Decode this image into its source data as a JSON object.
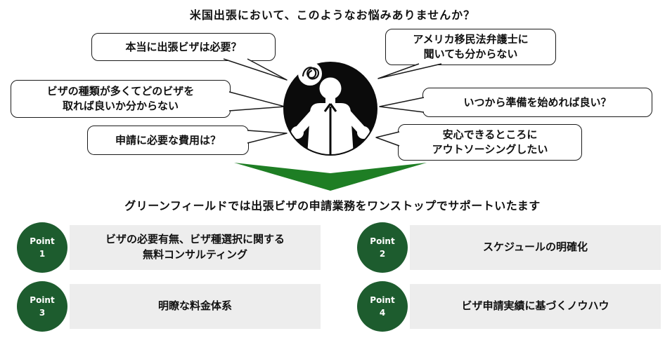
{
  "title": "米国出張において、このようなお悩みありませんか？",
  "subtitle": "グリーンフィールドでは出張ビザの申請業務をワンストップでサポートいたます",
  "colors": {
    "arrow_green": "#1e7e24",
    "point_badge_green": "#1d5c2e",
    "point_bar_gray": "#ededed",
    "bubble_border": "#1a1a1a"
  },
  "center_icon": {
    "name": "confused-person-shrugging",
    "accessory": "confusion-scribble"
  },
  "bubbles": [
    {
      "text": "本当に出張ビザは必要？"
    },
    {
      "text": "アメリカ移民法弁護士に\n聞いても分からない"
    },
    {
      "text": "ビザの種類が多くてどのビザを\n取れば良いか分からない"
    },
    {
      "text": "いつから準備を始めれば良い？"
    },
    {
      "text": "申請に必要な費用は？"
    },
    {
      "text": "安心できるところに\nアウトソーシングしたい"
    }
  ],
  "points": [
    {
      "label": "Point",
      "number": "1",
      "text": "ビザの必要有無、ビザ種選択に関する\n無料コンサルティング"
    },
    {
      "label": "Point",
      "number": "2",
      "text": "スケジュールの明確化"
    },
    {
      "label": "Point",
      "number": "3",
      "text": "明瞭な料金体系"
    },
    {
      "label": "Point",
      "number": "4",
      "text": "ビザ申請実績に基づくノウハウ"
    }
  ]
}
